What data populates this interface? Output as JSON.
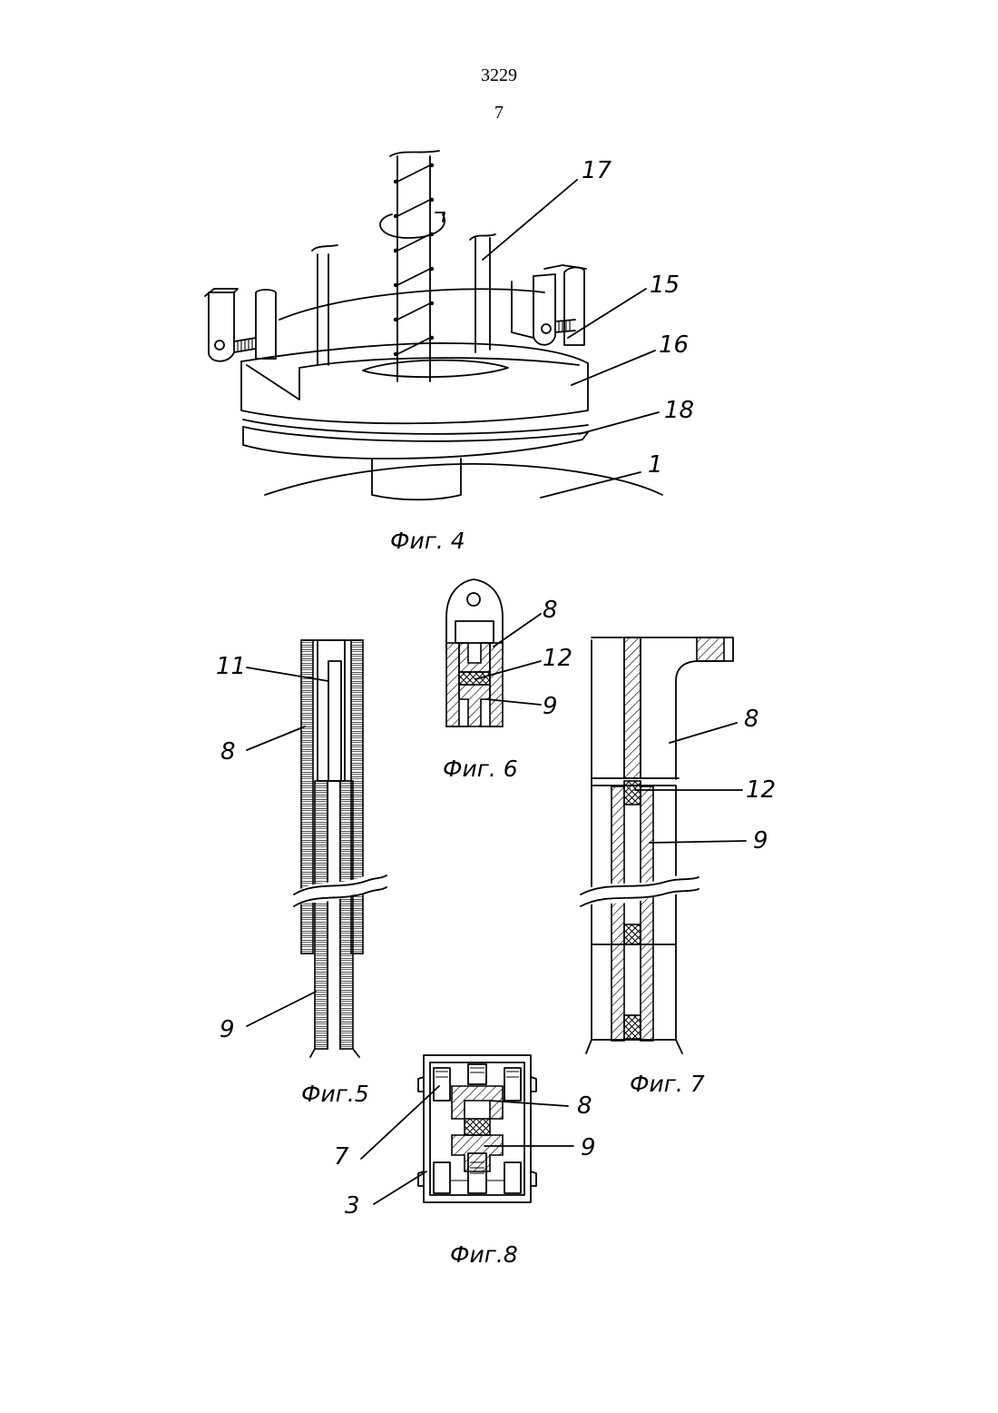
{
  "header": {
    "document_number": "3229",
    "page_number": "7"
  },
  "figures": {
    "fig4": {
      "caption": "Фиг. 4",
      "labels": [
        "17",
        "15",
        "16",
        "18",
        "1"
      ]
    },
    "fig5": {
      "caption": "Фиг.5",
      "labels": [
        "11",
        "8",
        "9"
      ]
    },
    "fig6": {
      "caption": "Фиг. 6",
      "labels": [
        "8",
        "12",
        "9"
      ]
    },
    "fig7": {
      "caption": "Фиг. 7",
      "labels": [
        "8",
        "12",
        "9"
      ]
    },
    "fig8": {
      "caption": "Фиг.8",
      "labels": [
        "8",
        "9",
        "7",
        "3"
      ]
    }
  }
}
